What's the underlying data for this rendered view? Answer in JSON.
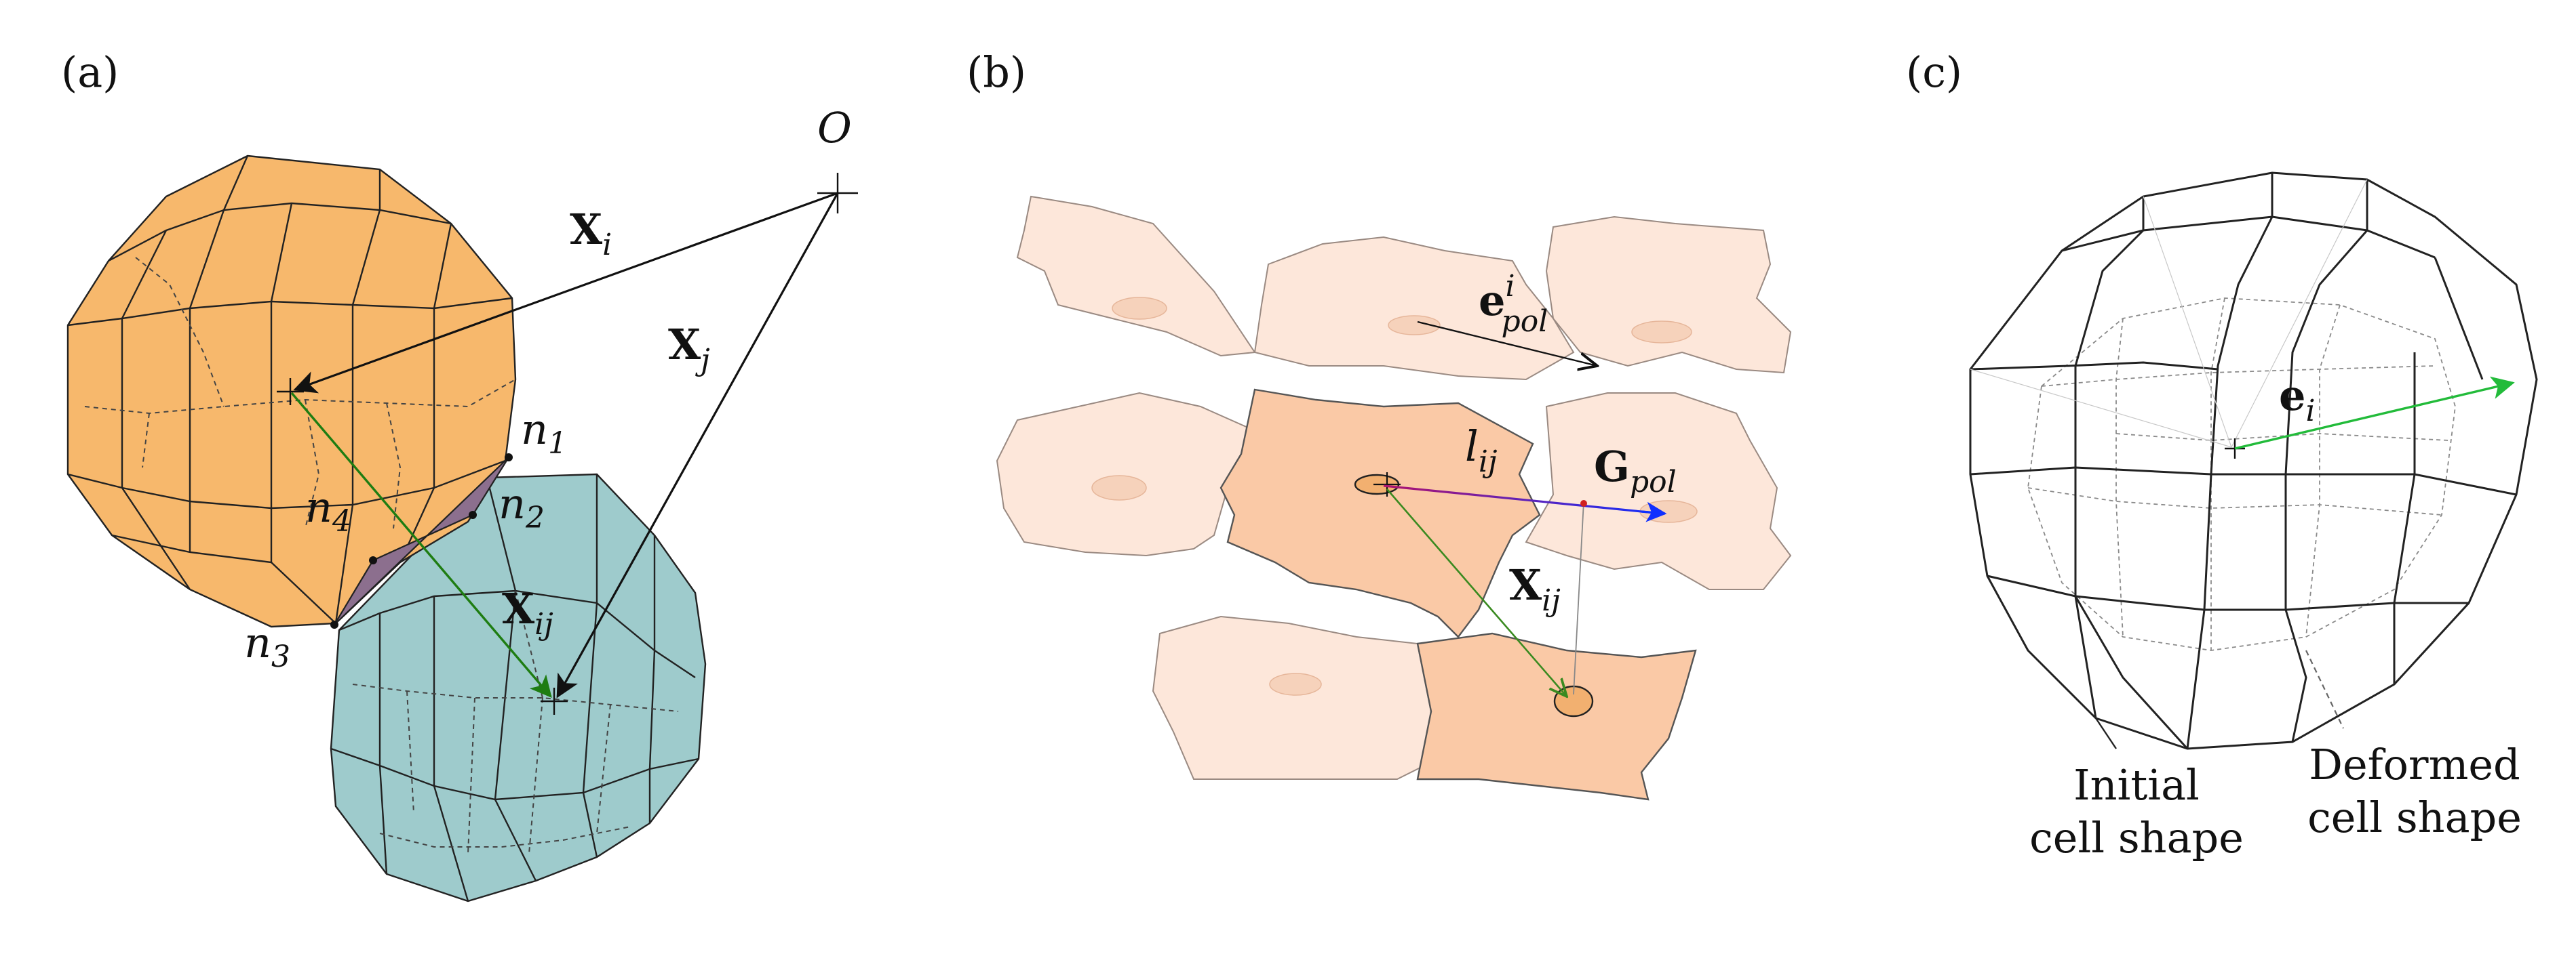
{
  "panels": {
    "a": {
      "tag": "(a)",
      "origin_label": "O",
      "xi": {
        "base": "X",
        "sub": "i"
      },
      "xj": {
        "base": "X",
        "sub": "j"
      },
      "xij": {
        "base": "X",
        "sub": "ij"
      },
      "nodes": [
        {
          "base": "n",
          "sub": "1"
        },
        {
          "base": "n",
          "sub": "2"
        },
        {
          "base": "n",
          "sub": "3"
        },
        {
          "base": "n",
          "sub": "4"
        }
      ],
      "colors": {
        "cell_i": "#f7b86c",
        "cell_j": "#9ecbcc",
        "interface": "#8c6f8e",
        "xij_vector": "#1e7d12"
      }
    },
    "b": {
      "tag": "(b)",
      "epol": {
        "base": "e",
        "sup": "i",
        "sub": "pol"
      },
      "lij": {
        "base": "l",
        "sub": "ij"
      },
      "gpol": {
        "base": "G",
        "sub": "pol"
      },
      "xij": {
        "base": "X",
        "sub": "ij"
      },
      "colors": {
        "cell_faint": "#fde7da",
        "cell_active": "#fac9a6",
        "gpol_arrow": "#1030ff",
        "nucleus": "#f2b070"
      }
    },
    "c": {
      "tag": "(c)",
      "ei": {
        "base": "e",
        "sub": "i"
      },
      "initial_label": [
        "Initial",
        "cell shape"
      ],
      "deformed_label": [
        "Deformed",
        "cell shape"
      ],
      "colors": {
        "ei_arrow": "#22bb3a"
      }
    }
  }
}
